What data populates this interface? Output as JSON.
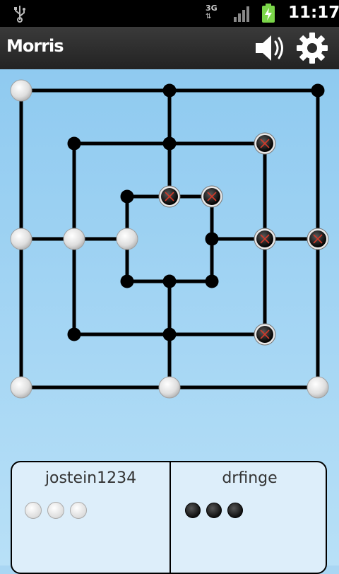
{
  "status_bar": {
    "time": "11:17",
    "network_label": "3G",
    "icons": [
      "usb-icon",
      "network-3g-icon",
      "signal-icon",
      "battery-charging-icon"
    ]
  },
  "action_bar": {
    "title": "Morris",
    "icons": [
      "sound-icon",
      "settings-icon"
    ]
  },
  "board": {
    "positions": [
      {
        "id": "o0",
        "state": "white"
      },
      {
        "id": "o1",
        "state": "empty"
      },
      {
        "id": "o2",
        "state": "empty"
      },
      {
        "id": "m0",
        "state": "empty"
      },
      {
        "id": "m1",
        "state": "empty"
      },
      {
        "id": "m2",
        "state": "black-removable"
      },
      {
        "id": "i0",
        "state": "empty"
      },
      {
        "id": "i1",
        "state": "black-removable"
      },
      {
        "id": "i2",
        "state": "black-removable"
      },
      {
        "id": "o7",
        "state": "white"
      },
      {
        "id": "m7",
        "state": "white"
      },
      {
        "id": "i7",
        "state": "white"
      },
      {
        "id": "i3",
        "state": "empty"
      },
      {
        "id": "m3",
        "state": "black-removable"
      },
      {
        "id": "o3",
        "state": "black-removable"
      },
      {
        "id": "i6",
        "state": "empty"
      },
      {
        "id": "i5",
        "state": "empty"
      },
      {
        "id": "i4",
        "state": "empty"
      },
      {
        "id": "m6",
        "state": "empty"
      },
      {
        "id": "m5",
        "state": "empty"
      },
      {
        "id": "m4",
        "state": "black-removable"
      },
      {
        "id": "o6",
        "state": "white"
      },
      {
        "id": "o5",
        "state": "white"
      },
      {
        "id": "o4",
        "state": "white"
      }
    ]
  },
  "players": {
    "left": {
      "name": "jostein1234",
      "piece_color": "white",
      "pieces_remaining": 3
    },
    "right": {
      "name": "drfinge",
      "piece_color": "black",
      "pieces_remaining": 3
    }
  },
  "colors": {
    "background_top": "#8fcaf0",
    "background_bottom": "#b8e0f7",
    "line": "#000000",
    "removable_mark": "#d23a2a"
  }
}
